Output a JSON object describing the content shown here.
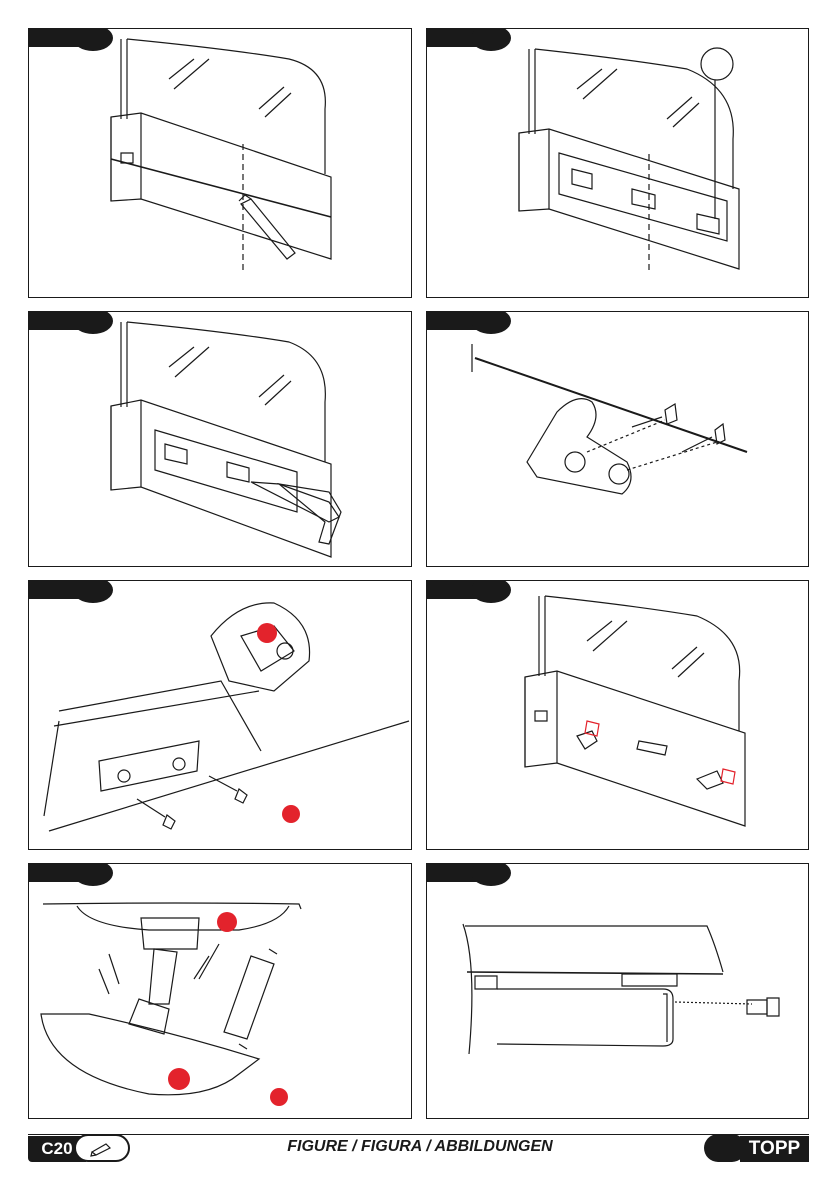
{
  "footer": {
    "code": "C20",
    "title": "FIGURE / FIGURA / ABBILDUNGEN",
    "brand": "TOPP"
  },
  "icons": {
    "footer_left": "pencil-icon",
    "brand_mark": "topp-logo"
  },
  "colors": {
    "ink": "#1a1a1a",
    "marker_red": "#e3232c"
  },
  "panels": [
    {
      "id": "panel-1",
      "illustration": "glass-marking-icon"
    },
    {
      "id": "panel-2",
      "illustration": "profile-template-icon"
    },
    {
      "id": "panel-3",
      "illustration": "drilling-icon"
    },
    {
      "id": "panel-4",
      "illustration": "hinge-screw-icon"
    },
    {
      "id": "panel-5",
      "illustration": "bracket-fixing-icon"
    },
    {
      "id": "panel-6",
      "illustration": "bracket-position-icon"
    },
    {
      "id": "panel-7",
      "illustration": "arm-mounting-icon"
    },
    {
      "id": "panel-8",
      "illustration": "grub-screw-icon"
    }
  ]
}
